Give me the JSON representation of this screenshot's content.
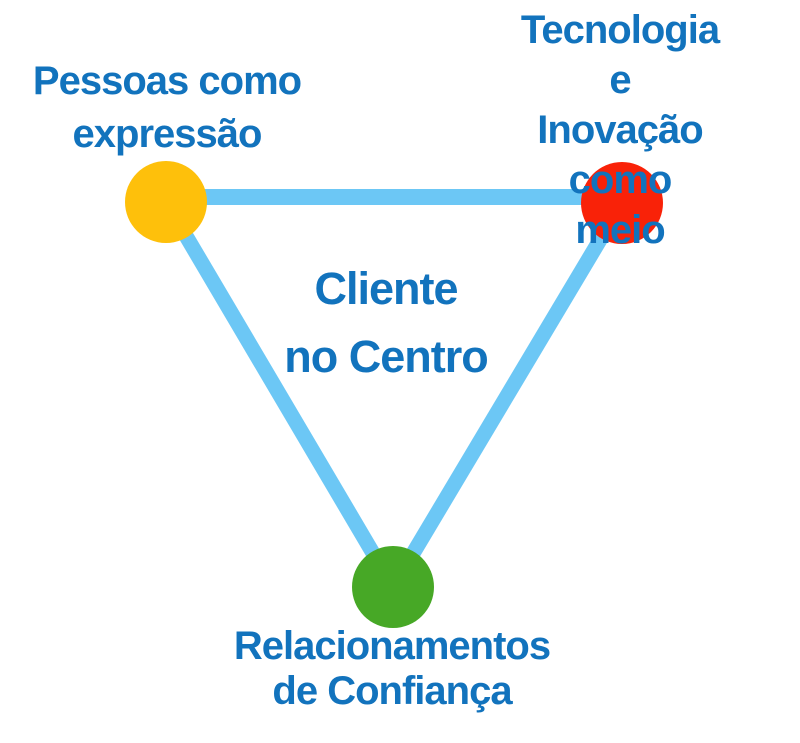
{
  "diagram": {
    "background": "#FFFFFF",
    "text_color": "#1273BD",
    "edge_color": "#6CC7F5",
    "center_label": "Cliente\nno Centro",
    "nodes": [
      {
        "id": "pessoas-como-expressao",
        "label": "Pessoas como\nexpressão",
        "color": "#FEC00B",
        "position": "top-left"
      },
      {
        "id": "tecnologia-inovacao-como-meio",
        "label": "Tecnologia e\nInovação como\nmeio",
        "color": "#F92208",
        "position": "top-right"
      },
      {
        "id": "relacionamentos-de-confianca",
        "label": "Relacionamentos\nde Confiança",
        "color": "#47A826",
        "position": "bottom"
      }
    ]
  }
}
